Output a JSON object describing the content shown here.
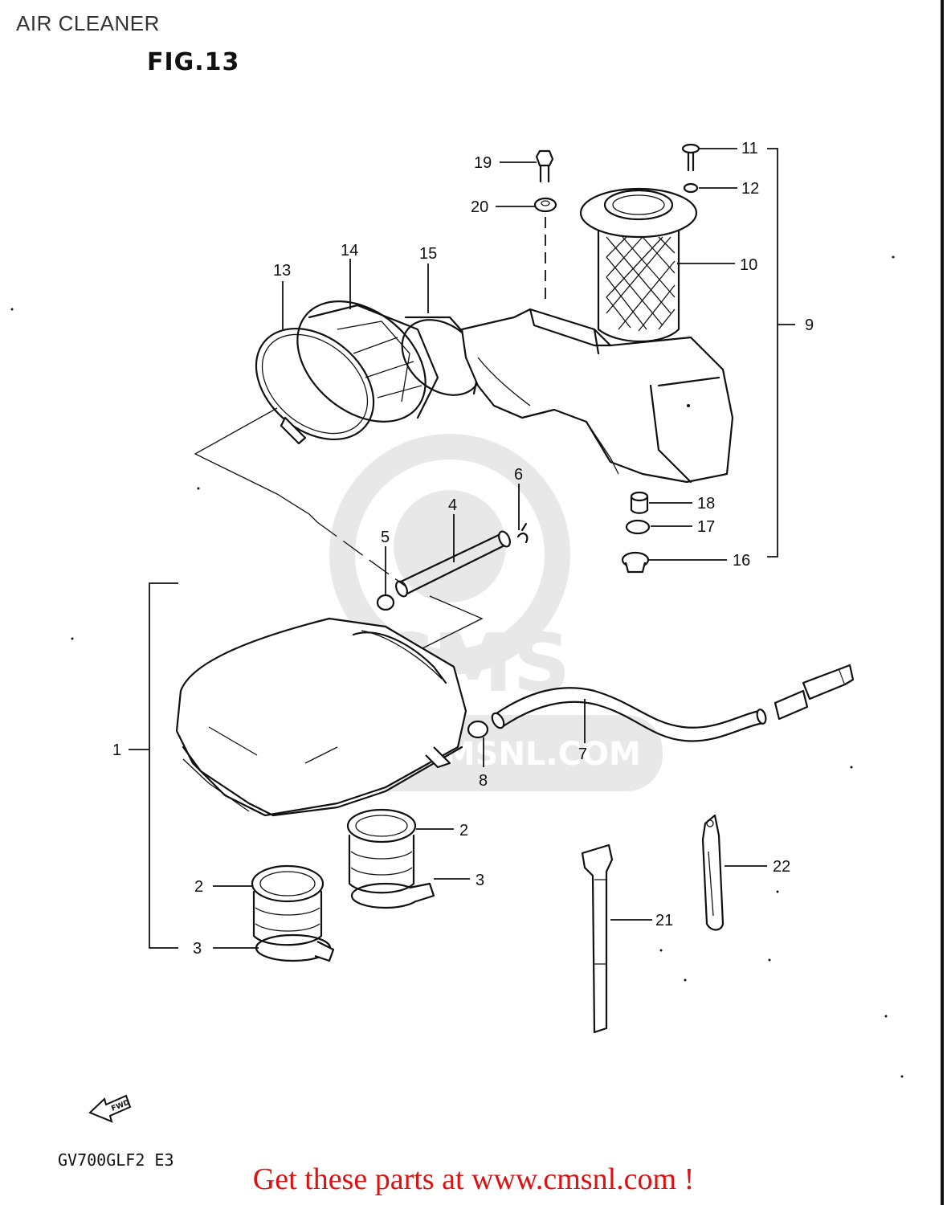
{
  "header": {
    "page_title": "AIR CLEANER",
    "figure_label": "FIG.13"
  },
  "watermark": {
    "brand_text": "CMS",
    "url_text": "WWW.CMSNL.COM"
  },
  "callouts": {
    "n1": "1",
    "n2a": "2",
    "n2b": "2",
    "n3a": "3",
    "n3b": "3",
    "n4": "4",
    "n5": "5",
    "n6": "6",
    "n7": "7",
    "n8": "8",
    "n9": "9",
    "n10": "10",
    "n11": "11",
    "n12": "12",
    "n13": "13",
    "n14": "14",
    "n15": "15",
    "n16": "16",
    "n17": "17",
    "n18": "18",
    "n19": "19",
    "n20": "20",
    "n21": "21",
    "n22": "22"
  },
  "fwd_arrow": {
    "label": "FWD",
    "icon": "fwd-arrow-icon"
  },
  "footer": {
    "model_code": "GV700GLF2  E3",
    "cta_prefix": "Get these parts at ",
    "cta_url": "www.cmsnl.com",
    "cta_suffix": " !",
    "cta_color": "#dd1111"
  }
}
